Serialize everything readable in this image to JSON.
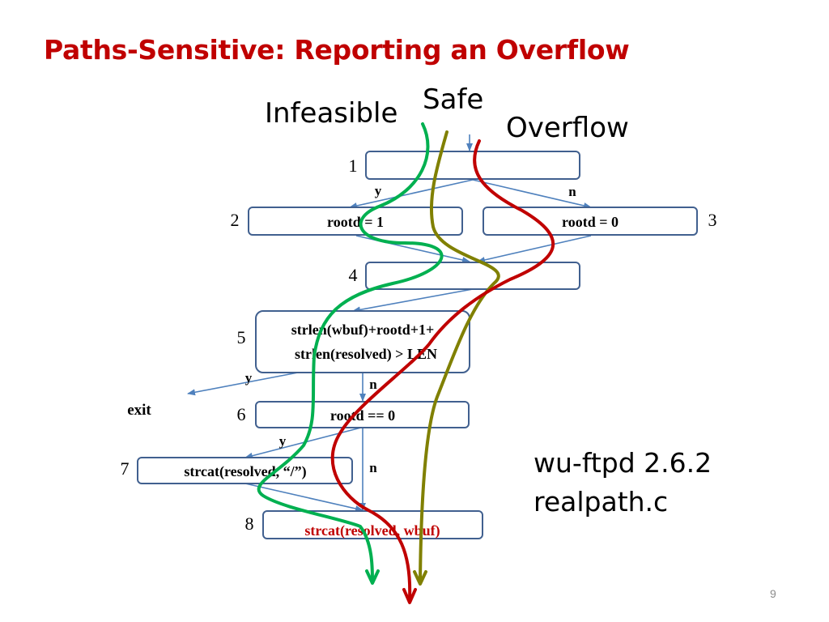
{
  "slide": {
    "title": "Paths-Sensitive: Reporting an Overflow",
    "page_number": "9",
    "colors": {
      "title": "#c00000",
      "box_border": "#41608f",
      "arrow": "#4f81bd",
      "infeasible_path": "#00b050",
      "safe_path": "#808000",
      "overflow_path": "#c00000"
    }
  },
  "path_labels": {
    "infeasible": "Infeasible",
    "safe": "Safe",
    "overflow": "Overflow"
  },
  "nodes": [
    {
      "id": "1",
      "label": ""
    },
    {
      "id": "2",
      "label": "rootd = 1"
    },
    {
      "id": "3",
      "label": "rootd = 0"
    },
    {
      "id": "4",
      "label": ""
    },
    {
      "id": "5",
      "line1": "strlen(wbuf)+rootd+1+",
      "line2": "strlen(resolved) > LEN"
    },
    {
      "id": "6",
      "label": "rootd == 0"
    },
    {
      "id": "7",
      "label": "strcat(resolved, “/”)"
    },
    {
      "id": "8",
      "label": "strcat(resolved, wbuf)"
    }
  ],
  "edge_labels": {
    "n1_yes": "y",
    "n1_no": "n",
    "n5_yes": "y",
    "n5_no": "n",
    "n6_yes": "y",
    "n6_no": "n",
    "exit": "exit"
  },
  "info": {
    "line1": "wu-ftpd 2.6.2",
    "line2": "realpath.c"
  }
}
